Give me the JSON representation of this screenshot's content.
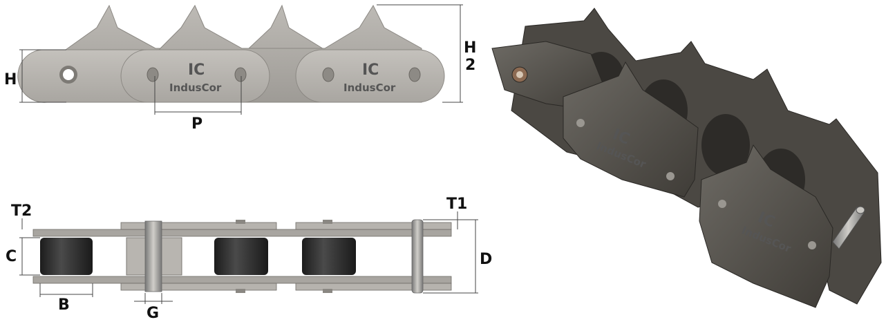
{
  "brand": {
    "name": "IndusCor",
    "mark": "IC"
  },
  "dimensions": {
    "H": "H",
    "H2_line1": "H",
    "H2_line2": "2",
    "P": "P",
    "T2": "T2",
    "T1": "T1",
    "C": "C",
    "D": "D",
    "B": "B",
    "G": "G"
  },
  "colors": {
    "plate_light": "#b9b6b1",
    "plate_mid": "#9a9791",
    "plate_dark": "#58554f",
    "roller": "#2a2a2a",
    "pin": "#8e8c88"
  }
}
